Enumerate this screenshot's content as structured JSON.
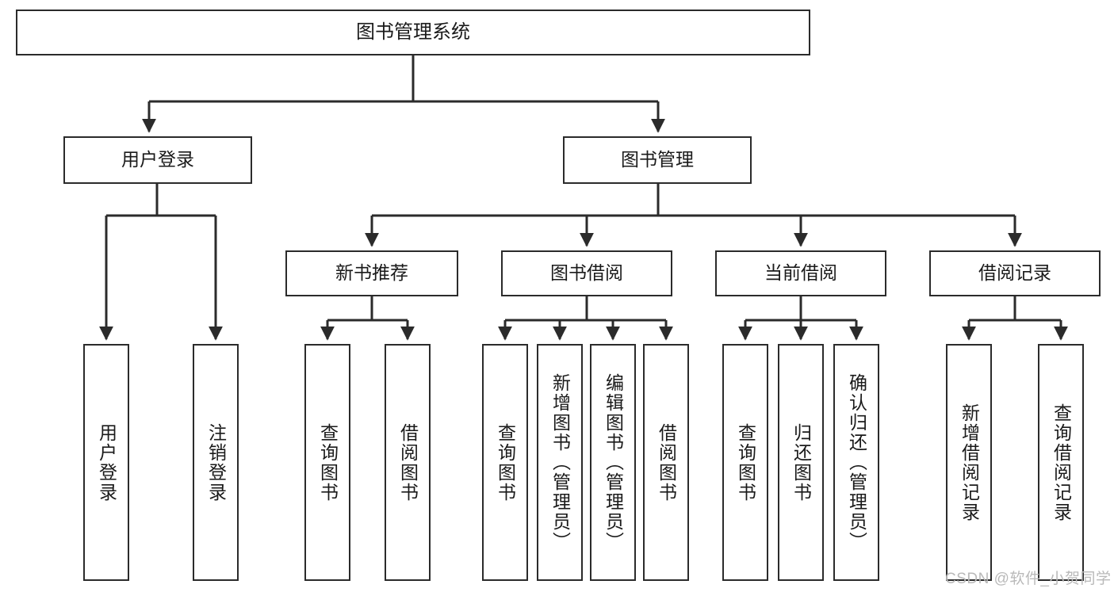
{
  "diagram": {
    "title": "图书管理系统",
    "watermark": "CSDN @软件_小贺同学",
    "colors": {
      "stroke": "#2b2b2b",
      "fill": "#ffffff",
      "text": "#1a1a1a",
      "watermark": "#b9b9b9",
      "background": "#ffffff"
    },
    "nodes": {
      "root": "图书管理系统",
      "level2": {
        "user_login": "用户登录",
        "book_manage": "图书管理"
      },
      "level3": {
        "new_book_recommend": "新书推荐",
        "book_borrow": "图书借阅",
        "current_borrow": "当前借阅",
        "borrow_record": "借阅记录"
      },
      "leaves": {
        "user_login": [
          "用户登录",
          "注销登录"
        ],
        "new_book_recommend": [
          "查询图书",
          "借阅图书"
        ],
        "book_borrow": [
          "查询图书",
          "新增图书（管理员）",
          "编辑图书（管理员）",
          "借阅图书"
        ],
        "current_borrow": [
          "查询图书",
          "归还图书",
          "确认归还（管理员）"
        ],
        "borrow_record": [
          "新增借阅记录",
          "查询借阅记录"
        ]
      }
    }
  }
}
